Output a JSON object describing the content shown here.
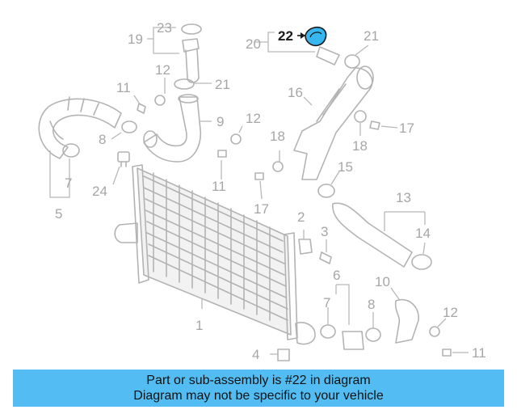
{
  "diagram": {
    "highlight_color": "#38b6f0",
    "part_color": "#b3b3b3",
    "highlighted_callout": "22",
    "callouts": {
      "c1": "1",
      "c2": "2",
      "c3": "3",
      "c4": "4",
      "c5": "5",
      "c6": "6",
      "c7a": "7",
      "c7b": "7",
      "c8a": "8",
      "c8b": "8",
      "c9": "9",
      "c10": "10",
      "c11a": "11",
      "c11b": "11",
      "c11c": "11",
      "c12a": "12",
      "c12b": "12",
      "c12c": "12",
      "c13": "13",
      "c14": "14",
      "c15": "15",
      "c16": "16",
      "c17a": "17",
      "c17b": "17",
      "c18a": "18",
      "c18b": "18",
      "c19": "19",
      "c20": "20",
      "c21a": "21",
      "c21b": "21",
      "c22": "22",
      "c23": "23",
      "c24": "24"
    }
  },
  "banner": {
    "line1": "Part or sub-assembly is #22 in diagram",
    "line2": "Diagram may not be specific to your vehicle"
  }
}
